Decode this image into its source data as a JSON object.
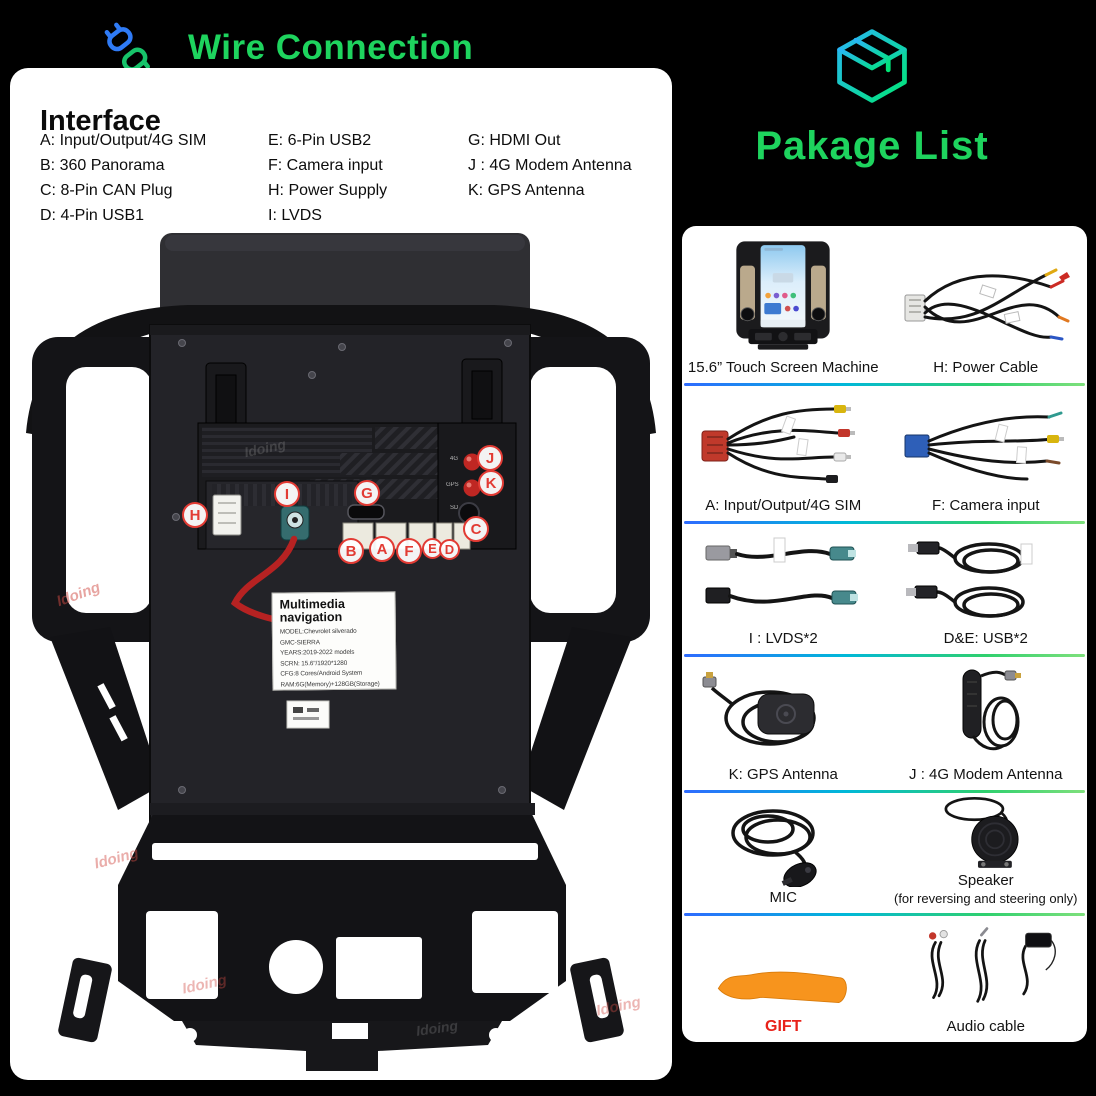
{
  "header": {
    "wire_title": "Wire Connection",
    "package_title": "Pakage List"
  },
  "interface": {
    "title": "Interface",
    "columns": [
      [
        "A: Input/Output/4G SIM",
        "B: 360 Panorama",
        "C: 8-Pin CAN Plug",
        "D: 4-Pin USB1"
      ],
      [
        "E: 6-Pin USB2",
        "F: Camera input",
        "H: Power Supply",
        "I: LVDS"
      ],
      [
        "G: HDMI Out",
        "J : 4G Modem Antenna",
        "K: GPS Antenna"
      ]
    ]
  },
  "photo": {
    "labels": [
      "H",
      "I",
      "G",
      "J",
      "K",
      "C",
      "B",
      "A",
      "F",
      "E",
      "D"
    ],
    "port_labels": {
      "j_label": "4G",
      "k_label": "GPS",
      "sd_label": "SD"
    },
    "sticker": {
      "title": "Multimedia navigation",
      "lines": [
        "MODEL:Chevrolet silverado",
        "GMC-SIERRA",
        "YEARS:2019-2022 models",
        "SCRN: 15.6\"/1920*1280",
        "CFG:8 Cores/Android System",
        "RAM:6G(Memory)+128GB(Storage)"
      ]
    },
    "watermark": "Idoing"
  },
  "package": {
    "rows": [
      {
        "items": [
          {
            "label": "15.6” Touch Screen Machine"
          },
          {
            "label": "H: Power Cable"
          }
        ]
      },
      {
        "items": [
          {
            "label": "A: Input/Output/4G SIM"
          },
          {
            "label": "F: Camera input"
          }
        ]
      },
      {
        "items": [
          {
            "label": "I : LVDS*2"
          },
          {
            "label": "D&E: USB*2"
          }
        ]
      },
      {
        "items": [
          {
            "label": "K: GPS Antenna"
          },
          {
            "label": "J : 4G Modem Antenna"
          }
        ]
      },
      {
        "items": [
          {
            "label": "MIC"
          },
          {
            "label": "Speaker",
            "sublabel": "(for reversing and steering only)"
          }
        ]
      },
      {
        "items": [
          {
            "label": "GIFT"
          },
          {
            "label": "Audio cable"
          }
        ]
      }
    ]
  },
  "colors": {
    "accent_green": "#1ed45e",
    "label_red": "#e23b34",
    "gift_orange": "#f7941d"
  }
}
